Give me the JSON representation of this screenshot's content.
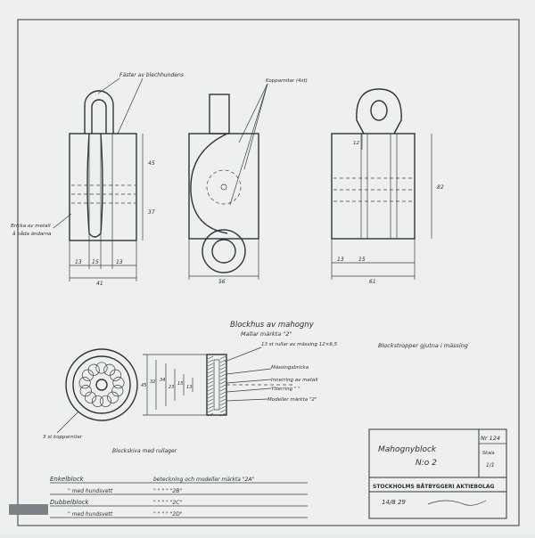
{
  "views": {
    "side": {
      "label_fastener": "Fäster av blechhundens",
      "label_cheeks": "Bricka av metall",
      "label_cheeks_2": "å båda ändarna",
      "dim_height_upper": "45",
      "dim_height_lower": "37",
      "dim_parts": [
        "13",
        "15",
        "13"
      ],
      "dim_width": "41"
    },
    "front": {
      "label_rivets": "Kopparnitar (4st)",
      "dim_width": "56"
    },
    "end": {
      "dim_height": "82",
      "dim_top": "12",
      "dim_parts": [
        "13",
        "15"
      ],
      "dim_width": "61"
    }
  },
  "section": {
    "title": "Blockhus av mahogny",
    "subtitle": "Mallar märkta \"2\"",
    "label_axle": "13 st rullar av mässing 12×6,5",
    "label_bushing": "Mässingsbricka",
    "label_inner_ring": "Innerring av metall",
    "label_outer_ring": "Ytterring    \"    \"",
    "label_models": "Modeller märkta \"2\"",
    "label_straps": "Blockstropper gjutna i mässing",
    "label_rivets_3": "3 st kopparnitar",
    "caption_sheave": "Blockskiva med rullager",
    "dims": [
      "45",
      "32",
      "34",
      "23",
      "15",
      "13"
    ]
  },
  "variants": [
    {
      "name": "Enkelblock",
      "desc": "beteckning och modeller märkta \"2A\""
    },
    {
      "name": "\"     med hundsvett",
      "desc": "\"     \"     \"     \"     \"2B\""
    },
    {
      "name": "Dubbelblock",
      "desc": "\"     \"     \"     \"     \"2C\""
    },
    {
      "name": "\"     med hundsvett",
      "desc": "\"     \"     \"     \"     \"2D\""
    }
  ],
  "title_block": {
    "title": "Mahognyblock",
    "number": "N:o 2",
    "sheet_no": "Nr 124",
    "scale_label": "Skala",
    "scale_value": "1/1",
    "company": "STOCKHOLMS BÅTBYGGERI AKTIEBOLAG",
    "date": "14/8 29"
  }
}
